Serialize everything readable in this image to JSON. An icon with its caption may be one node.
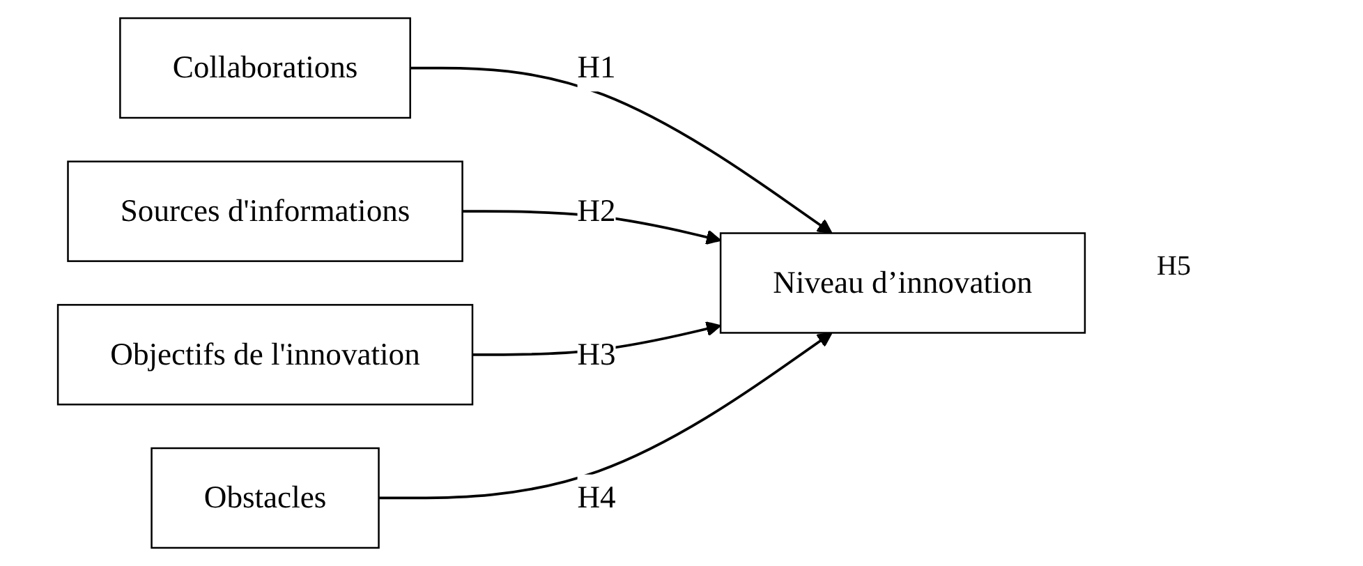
{
  "diagram": {
    "nodes": [
      {
        "text": [
          "Collaborations"
        ]
      },
      {
        "text": [
          "Sources d'informations"
        ]
      },
      {
        "text": [
          "Objectifs de l'innovation"
        ]
      },
      {
        "text": [
          "Obstacles"
        ]
      },
      {
        "text": [
          "Niveau d’innovation"
        ]
      }
    ],
    "edges": [
      {
        "from": 0,
        "to": 4,
        "arrow": "to",
        "label": "H1"
      },
      {
        "from": 1,
        "to": 4,
        "arrow": "to",
        "label": "H2"
      },
      {
        "from": 2,
        "to": 4,
        "arrow": "to",
        "label": "H3"
      },
      {
        "from": 3,
        "to": 4,
        "arrow": "to",
        "label": "H4"
      }
    ],
    "labels": [
      "H5"
    ]
  }
}
